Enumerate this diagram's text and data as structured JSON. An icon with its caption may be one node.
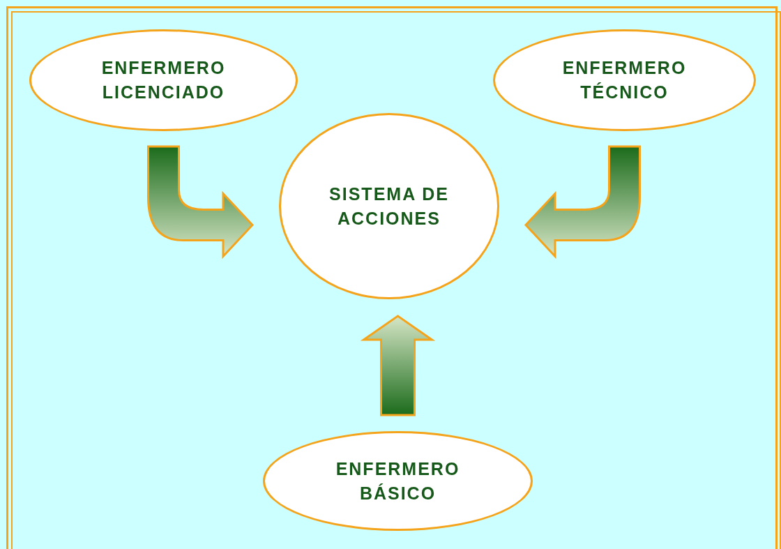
{
  "diagram": {
    "nodes": [
      {
        "text": [
          "ENFERMERO LICENCIADO"
        ]
      },
      {
        "text": [
          "ENFERMERO TÉCNICO"
        ]
      },
      {
        "text": [
          "SISTEMA DE ACCIONES"
        ]
      },
      {
        "text": [
          "ENFERMERO BÁSICO"
        ]
      }
    ],
    "edges": [
      {
        "from": 0,
        "to": 2,
        "arrow": "to"
      },
      {
        "from": 1,
        "to": 2,
        "arrow": "to"
      },
      {
        "from": 3,
        "to": 2,
        "arrow": "to"
      }
    ]
  }
}
